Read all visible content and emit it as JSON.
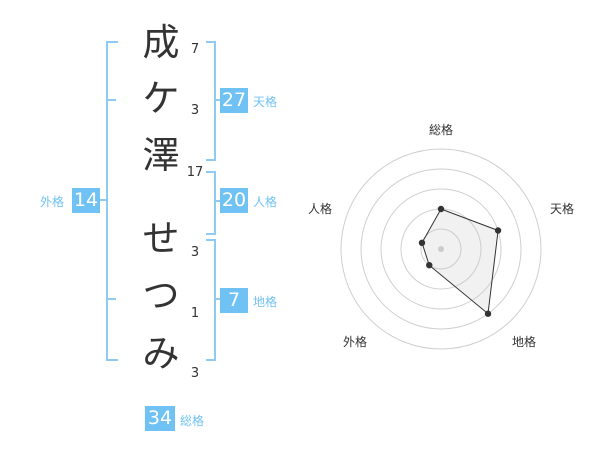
{
  "name_chars": [
    {
      "char": "成",
      "strokes": "7"
    },
    {
      "char": "ケ",
      "strokes": "3"
    },
    {
      "char": "澤",
      "strokes": "17"
    },
    {
      "char": "せ",
      "strokes": "3"
    },
    {
      "char": "つ",
      "strokes": "1"
    },
    {
      "char": "み",
      "strokes": "3"
    }
  ],
  "kaku": {
    "tenkaku": {
      "value": "27",
      "label": "天格"
    },
    "jinkaku": {
      "value": "20",
      "label": "人格"
    },
    "chikaku": {
      "value": "7",
      "label": "地格"
    },
    "gaikaku": {
      "value": "14",
      "label": "外格"
    },
    "soukaku": {
      "value": "34",
      "label": "総格"
    }
  },
  "radar": {
    "labels": [
      "総格",
      "天格",
      "地格",
      "外格",
      "人格"
    ],
    "values": [
      2,
      3,
      4,
      1,
      1
    ],
    "max": 5
  },
  "colors": {
    "accent": "#70c2f4",
    "bracket": "#8fcaf0"
  }
}
